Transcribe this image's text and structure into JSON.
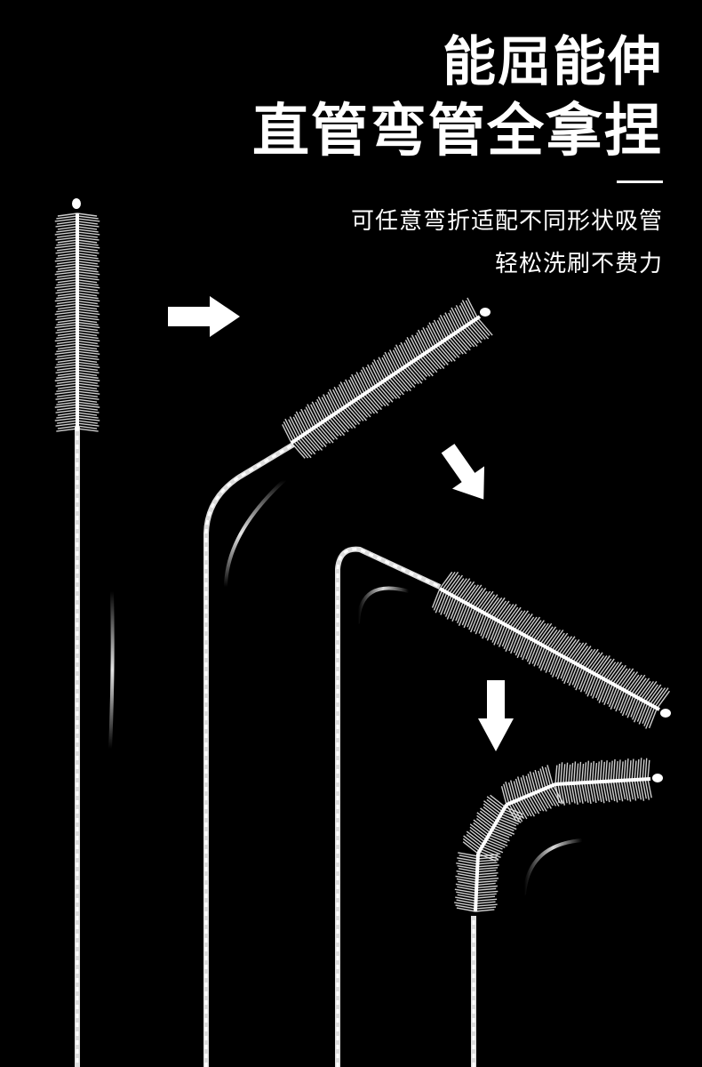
{
  "headline": {
    "line1": "能屈能伸",
    "line2": "直管弯管全拿捏"
  },
  "subtitle": {
    "line1": "可任意弯折适配不同形状吸管",
    "line2": "轻松洗刷不费力"
  },
  "colors": {
    "background": "#000000",
    "text": "#ffffff",
    "bristles": "#f2f2f2"
  },
  "icons": [
    "arrow-right-icon",
    "arrow-down-right-icon",
    "arrow-down-icon"
  ]
}
